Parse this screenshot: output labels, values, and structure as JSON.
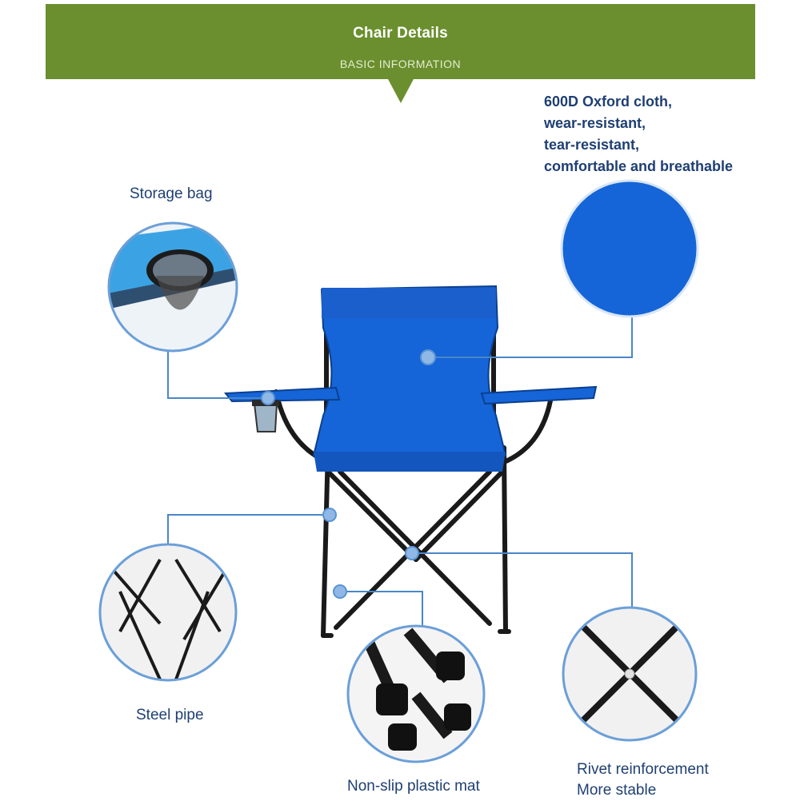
{
  "header": {
    "title": "Chair Details",
    "subtitle": "BASIC INFORMATION"
  },
  "labels": {
    "cloth": [
      "600D Oxford cloth,",
      "wear-resistant,",
      "tear-resistant,",
      "comfortable and breathable"
    ],
    "storage_bag": "Storage bag",
    "steel_pipe": "Steel pipe",
    "plastic_mat": "Non-slip plastic mat",
    "rivet": [
      "Rivet reinforcement",
      "More stable"
    ]
  },
  "colors": {
    "header_bg": "#6b8f2e",
    "label_text": "#1f3f73",
    "fabric_blue": "#1565d8",
    "callout_line": "#4a86c8",
    "frame_black": "#1a1a1a"
  }
}
